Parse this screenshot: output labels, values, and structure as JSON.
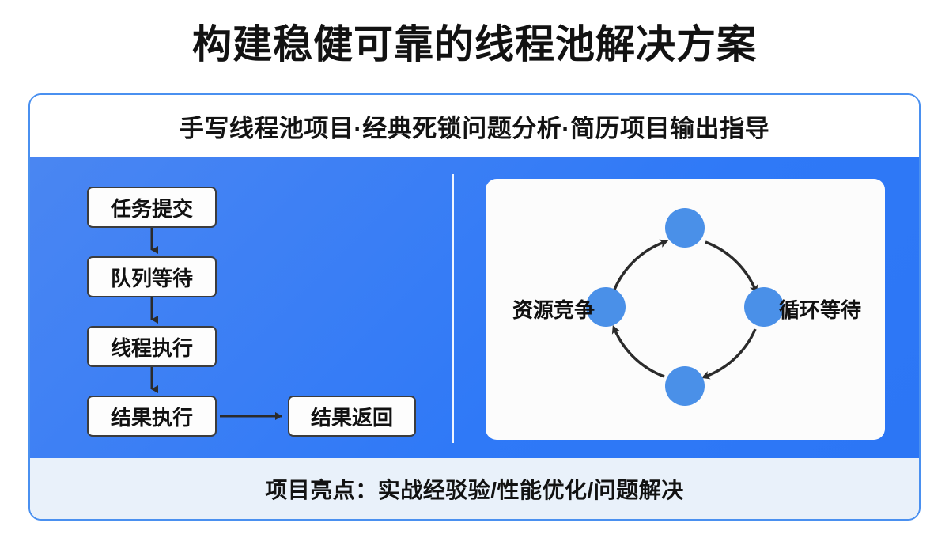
{
  "page": {
    "title": "构建稳健可靠的线程池解决方案",
    "background_color": "#ffffff"
  },
  "card": {
    "border_color": "#4a90f0",
    "body_color": "#2f79f7",
    "footer_color": "#e9f1fa",
    "header": {
      "text": "手写线程池项目·经典死锁问题分析·简历项目输出指导"
    },
    "footer": {
      "text": "项目亮点：实战经驳验/性能优化/问题解决"
    }
  },
  "flowchart": {
    "name": "thread-pool-flow",
    "box_fill": "#fdfdfd",
    "box_border": "#3c3c3c",
    "boxes": [
      {
        "id": "task-submit",
        "label": "任务提交"
      },
      {
        "id": "queue-wait",
        "label": "队列等待"
      },
      {
        "id": "thread-exec",
        "label": "线程执行"
      },
      {
        "id": "result-exec",
        "label": "结果执行"
      },
      {
        "id": "result-return",
        "label": "结果返回"
      }
    ],
    "arrows": [
      {
        "from": "task-submit",
        "to": "queue-wait",
        "direction": "down"
      },
      {
        "from": "queue-wait",
        "to": "thread-exec",
        "direction": "down"
      },
      {
        "from": "thread-exec",
        "to": "result-exec",
        "direction": "down"
      },
      {
        "from": "result-exec",
        "to": "result-return",
        "direction": "right"
      }
    ]
  },
  "cycle": {
    "name": "deadlock-cycle",
    "node_color": "#4a90e8",
    "ring_color": "#2b2b2b",
    "direction": "clockwise",
    "node_count": 4,
    "labels": {
      "left": "资源竞争",
      "right": "循环等待"
    }
  }
}
